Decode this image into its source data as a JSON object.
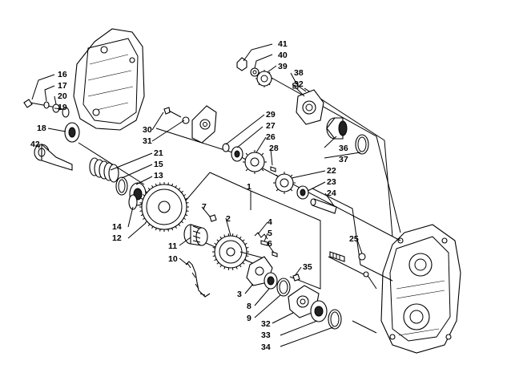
{
  "diagram": {
    "callouts": [
      {
        "id": "41",
        "text": "41"
      },
      {
        "id": "40",
        "text": "40"
      },
      {
        "id": "39",
        "text": "39"
      },
      {
        "id": "38",
        "text": "38"
      },
      {
        "id": "32a",
        "text": "32"
      },
      {
        "id": "16",
        "text": "16"
      },
      {
        "id": "17",
        "text": "17"
      },
      {
        "id": "20",
        "text": "20"
      },
      {
        "id": "19",
        "text": "19"
      },
      {
        "id": "18",
        "text": "18"
      },
      {
        "id": "42",
        "text": "42"
      },
      {
        "id": "29",
        "text": "29"
      },
      {
        "id": "27",
        "text": "27"
      },
      {
        "id": "26",
        "text": "26"
      },
      {
        "id": "28",
        "text": "28"
      },
      {
        "id": "30",
        "text": "30"
      },
      {
        "id": "31",
        "text": "31"
      },
      {
        "id": "36",
        "text": "36"
      },
      {
        "id": "37",
        "text": "37"
      },
      {
        "id": "21",
        "text": "21"
      },
      {
        "id": "15",
        "text": "15"
      },
      {
        "id": "13",
        "text": "13"
      },
      {
        "id": "22",
        "text": "22"
      },
      {
        "id": "23",
        "text": "23"
      },
      {
        "id": "24",
        "text": "24"
      },
      {
        "id": "1",
        "text": "1"
      },
      {
        "id": "7",
        "text": "7"
      },
      {
        "id": "2",
        "text": "2"
      },
      {
        "id": "4",
        "text": "4"
      },
      {
        "id": "5",
        "text": "5"
      },
      {
        "id": "6",
        "text": "6"
      },
      {
        "id": "14",
        "text": "14"
      },
      {
        "id": "12",
        "text": "12"
      },
      {
        "id": "11",
        "text": "11"
      },
      {
        "id": "10",
        "text": "10"
      },
      {
        "id": "25",
        "text": "25"
      },
      {
        "id": "35",
        "text": "35"
      },
      {
        "id": "3",
        "text": "3"
      },
      {
        "id": "8",
        "text": "8"
      },
      {
        "id": "9",
        "text": "9"
      },
      {
        "id": "32b",
        "text": "32"
      },
      {
        "id": "33",
        "text": "33"
      },
      {
        "id": "34",
        "text": "34"
      }
    ]
  }
}
